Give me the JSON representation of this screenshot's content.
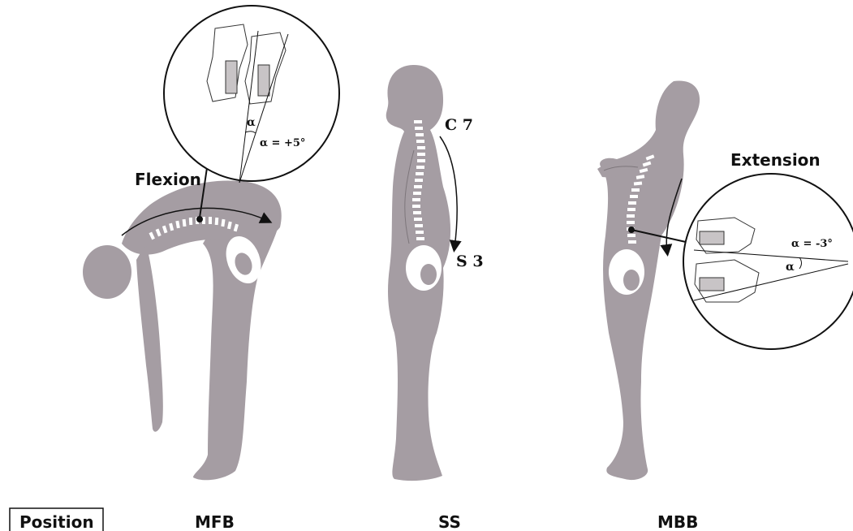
{
  "figures": {
    "flexion": {
      "label": "Flexion",
      "alpha_symbol": "α",
      "alpha_value": "α = +5°"
    },
    "standing": {
      "top_marker": "C 7",
      "bottom_marker": "S 3"
    },
    "extension": {
      "label": "Extension",
      "alpha_symbol": "α",
      "alpha_value": "α = -3°"
    }
  },
  "footer": {
    "position_label": "Position",
    "col_mfb": "MFB",
    "col_ss": "SS",
    "col_mbb": "MBB"
  },
  "colors": {
    "body": "#a59da3",
    "spine": "#ffffff",
    "line": "#111111"
  }
}
